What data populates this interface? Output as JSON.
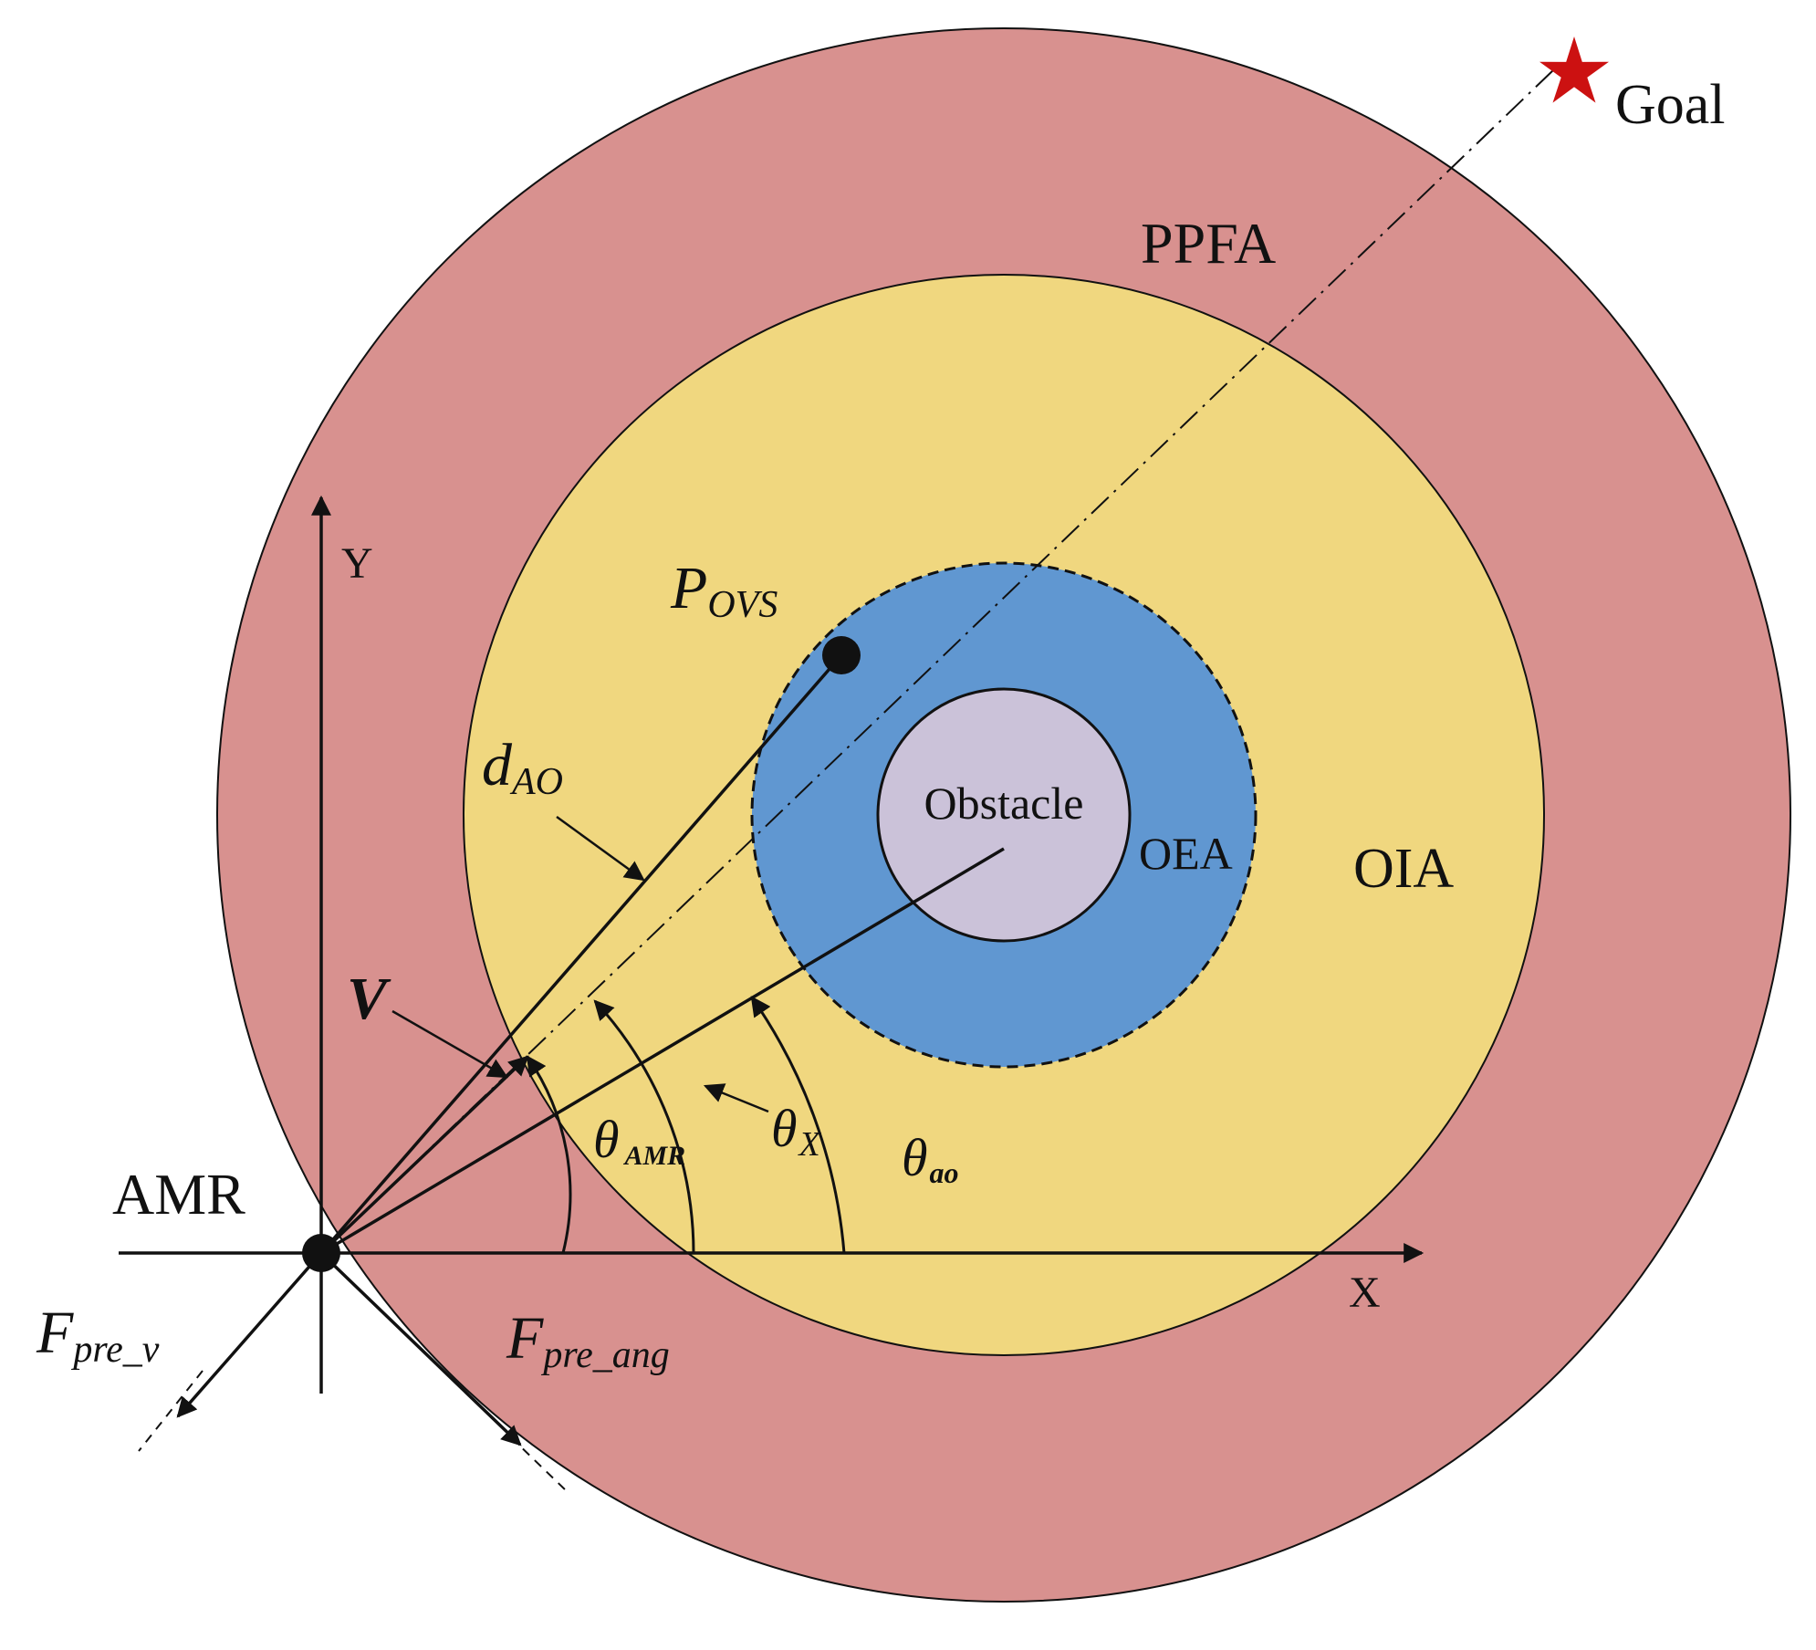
{
  "colors": {
    "ppfa": "#d8918f",
    "oia": "#f0d77f",
    "oea": "#6097d1",
    "obstacle": "#cbc2d9",
    "star": "#cc1111",
    "ink": "#111111"
  },
  "labels": {
    "goal": "Goal",
    "ppfa": "PPFA",
    "oia": "OIA",
    "oea": "OEA",
    "obstacle": "Obstacle",
    "amr": "AMR",
    "x_axis": "X",
    "y_axis": "Y",
    "p_ovs": {
      "main": "P",
      "sub": "OVS"
    },
    "d_ao": {
      "main": "d",
      "sub": "AO"
    },
    "v": {
      "main": "V",
      "sub": ""
    },
    "theta_amr": {
      "main": "θ",
      "sub": "AMR"
    },
    "theta_x": {
      "main": "θ",
      "sub": "X"
    },
    "theta_ao": {
      "main": "θ",
      "sub": "ao"
    },
    "f_pre_v": {
      "main": "F",
      "sub": "pre_v"
    },
    "f_pre_ang": {
      "main": "F",
      "sub": "pre_ang"
    }
  },
  "icons": {
    "goal_marker": "star-icon",
    "amr_marker": "filled-circle",
    "p_ovs_marker": "filled-circle"
  }
}
